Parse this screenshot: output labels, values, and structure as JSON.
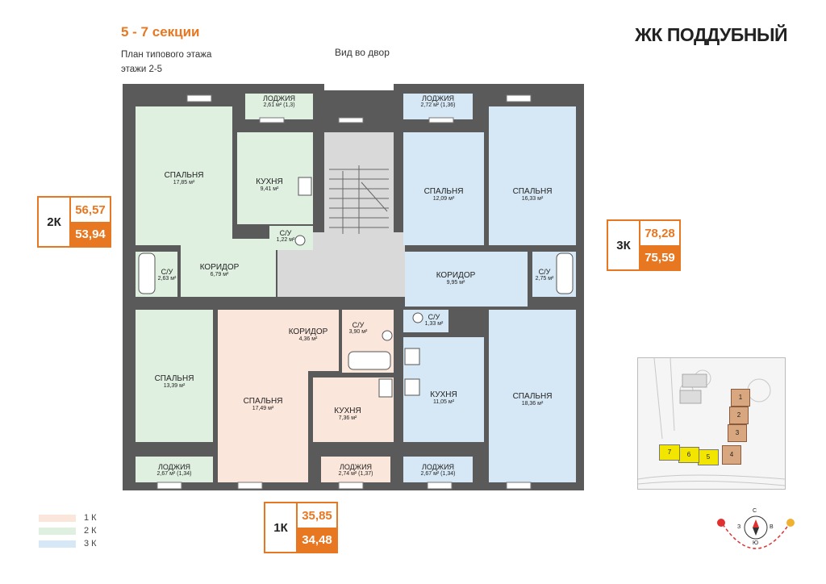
{
  "header": {
    "sections": "5 - 7 секции",
    "plan_title": "План типового этажа",
    "floors": "этажи 2-5",
    "complex_name": "ЖК ПОДДУБНЫЙ",
    "view_label": "Вид во двор"
  },
  "badges": {
    "k2": {
      "type": "2К",
      "total": "56,57",
      "living": "53,94"
    },
    "k3": {
      "type": "3К",
      "total": "78,28",
      "living": "75,59"
    },
    "k1": {
      "type": "1К",
      "total": "35,85",
      "living": "34,48"
    }
  },
  "legend": [
    {
      "label": "1 К",
      "color": "#fbe6db"
    },
    {
      "label": "2 К",
      "color": "#dff0e1"
    },
    {
      "label": "3 К",
      "color": "#d6e8f5"
    }
  ],
  "rooms": {
    "loggia_2k_top": {
      "name": "ЛОДЖИЯ",
      "area": "2,61 м² (1,3)"
    },
    "loggia_3k_top": {
      "name": "ЛОДЖИЯ",
      "area": "2,72 м² (1,36)"
    },
    "bedroom_2k_a": {
      "name": "СПАЛЬНЯ",
      "area": "17,85 м²"
    },
    "kitchen_2k": {
      "name": "КУХНЯ",
      "area": "9,41 м²"
    },
    "wc_2k_small": {
      "name": "С/У",
      "area": "1,22 м²"
    },
    "bedroom_3k_a": {
      "name": "СПАЛЬНЯ",
      "area": "12,09 м²"
    },
    "bedroom_3k_b": {
      "name": "СПАЛЬНЯ",
      "area": "16,33 м²"
    },
    "wc_2k": {
      "name": "С/У",
      "area": "2,63 м²"
    },
    "corridor_2k": {
      "name": "КОРИДОР",
      "area": "6,79 м²"
    },
    "corridor_3k": {
      "name": "КОРИДОР",
      "area": "9,95 м²"
    },
    "wc_3k": {
      "name": "С/У",
      "area": "2,75 м²"
    },
    "corridor_1k": {
      "name": "КОРИДОР",
      "area": "4,36 м²"
    },
    "wc_1k": {
      "name": "С/У",
      "area": "3,90 м²"
    },
    "wc_3k_small": {
      "name": "С/У",
      "area": "1,33 м²"
    },
    "bedroom_2k_b": {
      "name": "СПАЛЬНЯ",
      "area": "13,39 м²"
    },
    "bedroom_1k": {
      "name": "СПАЛЬНЯ",
      "area": "17,49 м²"
    },
    "kitchen_1k": {
      "name": "КУХНЯ",
      "area": "7,36 м²"
    },
    "kitchen_3k": {
      "name": "КУХНЯ",
      "area": "11,05 м²"
    },
    "bedroom_3k_c": {
      "name": "СПАЛЬНЯ",
      "area": "18,36 м²"
    },
    "loggia_2k_bot": {
      "name": "ЛОДЖИЯ",
      "area": "2,67 м² (1,34)"
    },
    "loggia_1k_bot": {
      "name": "ЛОДЖИЯ",
      "area": "2,74 м² (1,37)"
    },
    "loggia_3k_bot": {
      "name": "ЛОДЖИЯ",
      "area": "2,67 м² (1,34)"
    }
  },
  "site_plan": {
    "sections": [
      "1",
      "2",
      "3",
      "4",
      "5",
      "6",
      "7"
    ],
    "highlight_color": "#f2e600"
  },
  "compass": {
    "n": "С",
    "s": "Ю",
    "w": "З",
    "e": "В"
  }
}
